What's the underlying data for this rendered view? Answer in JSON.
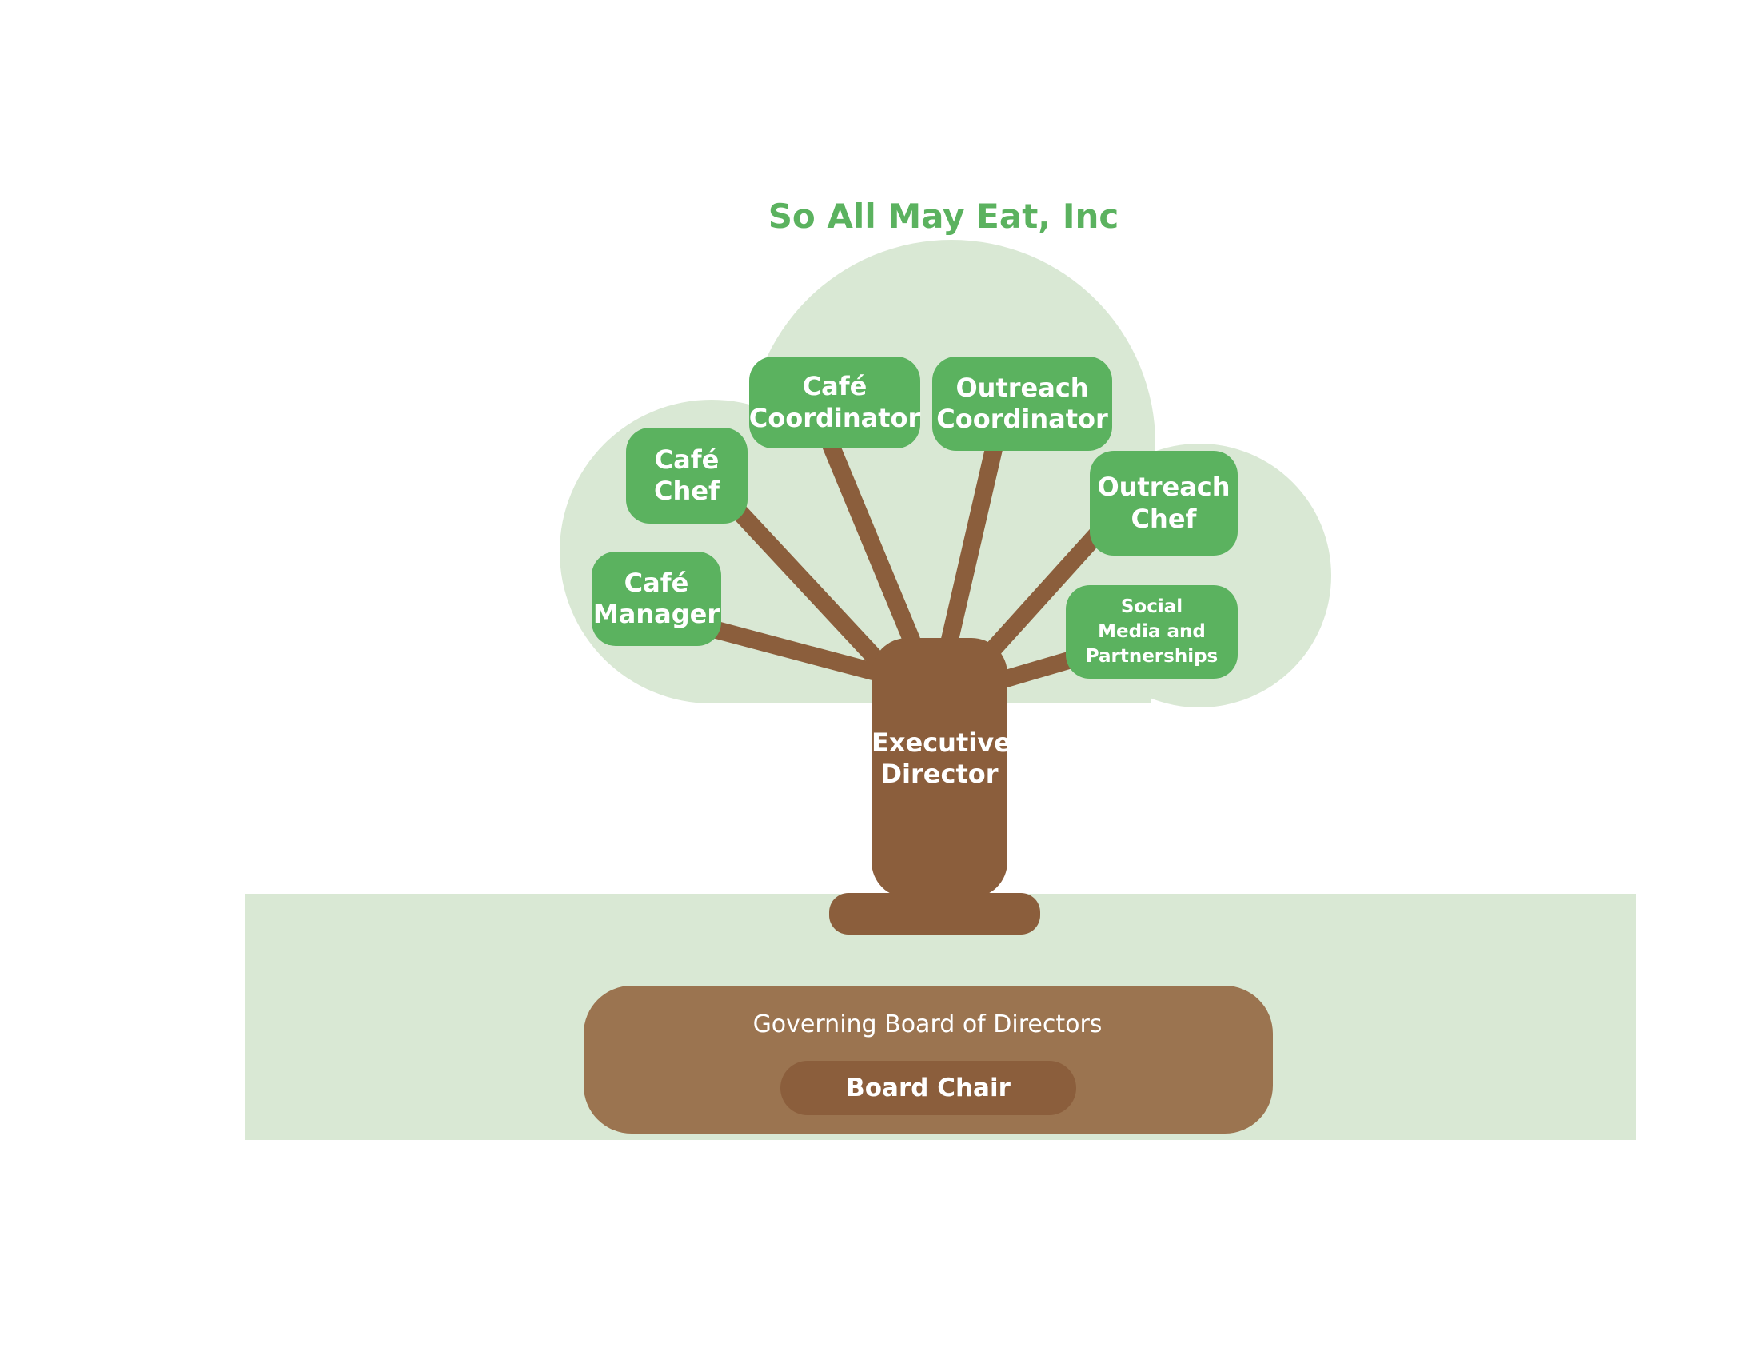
{
  "title": "So All May Eat, Inc",
  "colors": {
    "canopy": "#d9e8d4",
    "ground": "#d9e8d4",
    "leaf": "#5bb25f",
    "trunk": "#8b5e3c",
    "board": "#9b7450",
    "chair": "#8b5e3c",
    "title": "#5bb25f"
  },
  "roles": {
    "cafe_manager": "Café\nManager",
    "cafe_chef": "Café\nChef",
    "cafe_coordinator": "Café\nCoordinator",
    "outreach_coordinator": "Outreach\nCoordinator",
    "outreach_chef": "Outreach\nChef",
    "social_media": "Social\nMedia and\nPartnerships"
  },
  "executive_director": "Executive\nDirector",
  "board": {
    "label": "Governing Board of Directors",
    "chair": "Board Chair"
  }
}
